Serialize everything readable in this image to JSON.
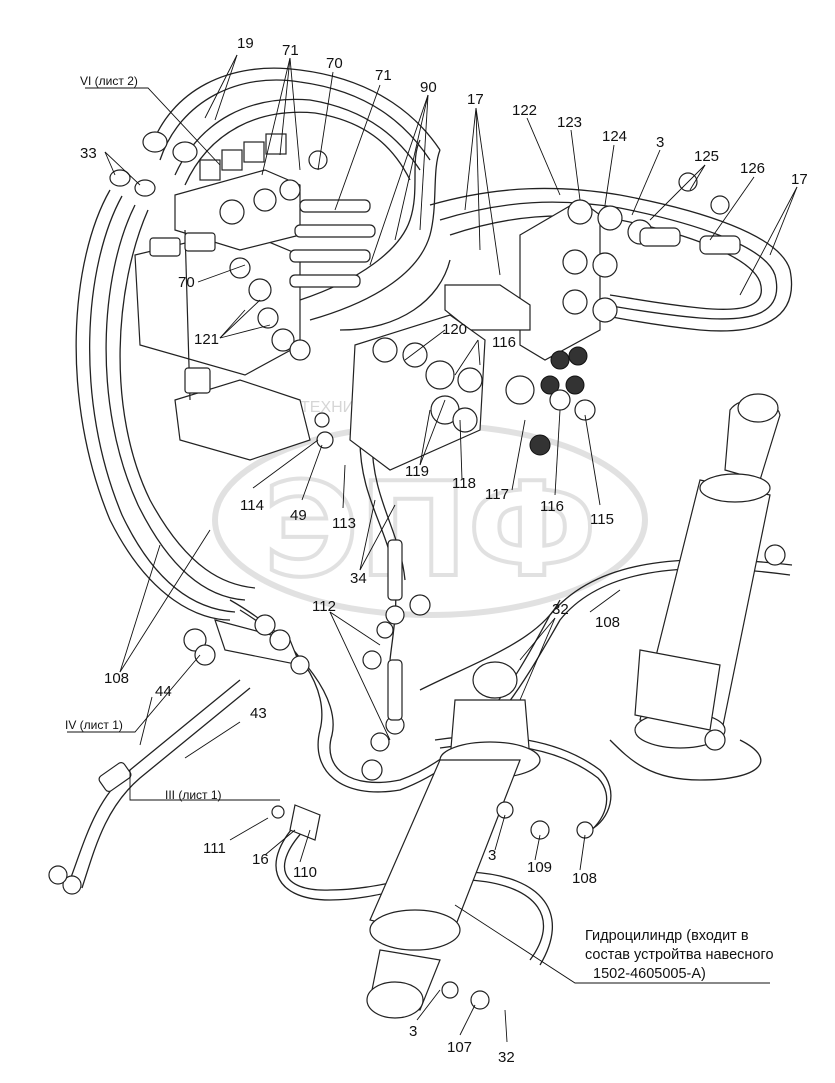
{
  "callouts": [
    {
      "id": "c19",
      "text": "19"
    },
    {
      "id": "c71a",
      "text": "71"
    },
    {
      "id": "c70a",
      "text": "70"
    },
    {
      "id": "c71b",
      "text": "71"
    },
    {
      "id": "c90",
      "text": "90"
    },
    {
      "id": "c17a",
      "text": "17"
    },
    {
      "id": "c122",
      "text": "122"
    },
    {
      "id": "c123",
      "text": "123"
    },
    {
      "id": "c124",
      "text": "124"
    },
    {
      "id": "c3a",
      "text": "3"
    },
    {
      "id": "c125",
      "text": "125"
    },
    {
      "id": "c126",
      "text": "126"
    },
    {
      "id": "c17b",
      "text": "17"
    },
    {
      "id": "c33",
      "text": "33"
    },
    {
      "id": "c70b",
      "text": "70"
    },
    {
      "id": "c121",
      "text": "121"
    },
    {
      "id": "c120",
      "text": "120"
    },
    {
      "id": "c116a",
      "text": "116"
    },
    {
      "id": "c119",
      "text": "119"
    },
    {
      "id": "c118",
      "text": "118"
    },
    {
      "id": "c117",
      "text": "117"
    },
    {
      "id": "c116b",
      "text": "116"
    },
    {
      "id": "c115",
      "text": "115"
    },
    {
      "id": "c114",
      "text": "114"
    },
    {
      "id": "c49",
      "text": "49"
    },
    {
      "id": "c113",
      "text": "113"
    },
    {
      "id": "c34",
      "text": "34"
    },
    {
      "id": "c112",
      "text": "112"
    },
    {
      "id": "c32a",
      "text": "32"
    },
    {
      "id": "c108a",
      "text": "108"
    },
    {
      "id": "c108b",
      "text": "108"
    },
    {
      "id": "c44",
      "text": "44"
    },
    {
      "id": "c43",
      "text": "43"
    },
    {
      "id": "c111",
      "text": "111"
    },
    {
      "id": "c16",
      "text": "16"
    },
    {
      "id": "c110",
      "text": "110"
    },
    {
      "id": "c3b",
      "text": "3"
    },
    {
      "id": "c109",
      "text": "109"
    },
    {
      "id": "c108c",
      "text": "108"
    },
    {
      "id": "c3c",
      "text": "3"
    },
    {
      "id": "c107",
      "text": "107"
    },
    {
      "id": "c32b",
      "text": "32"
    }
  ],
  "sheet_refs": {
    "vi": "VI (лист 2)",
    "iv": "IV (лист 1)",
    "iii": "III (лист 1)"
  },
  "note": {
    "line1": "Гидроцилиндр (входит в",
    "line2": "состав устройтва навесного",
    "line3": "1502-4605005-А)"
  },
  "watermark": {
    "top": "ТЕХНИКА ЗАПЧАСТИ",
    "main": "ЭПФ"
  }
}
